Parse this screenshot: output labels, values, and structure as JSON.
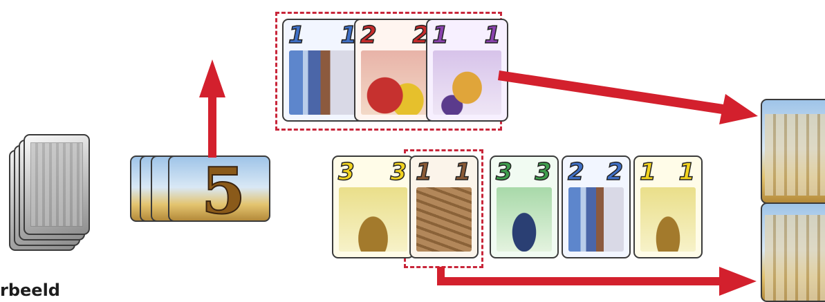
{
  "market_top": [
    {
      "value": "1",
      "color": "#3f70c6",
      "good": "cloth"
    },
    {
      "value": "2",
      "color": "#c62b2b",
      "good": "spice"
    },
    {
      "value": "1",
      "color": "#8a42ae",
      "good": "pottery"
    }
  ],
  "market_bottom": [
    {
      "value": "3",
      "color": "#f1d320",
      "good": "grain"
    },
    {
      "value": "1",
      "color": "#8a5a36",
      "good": "wood"
    },
    {
      "value": "3",
      "color": "#3e9d4d",
      "good": "olives"
    },
    {
      "value": "2",
      "color": "#3f70c6",
      "good": "cloth"
    },
    {
      "value": "1",
      "color": "#f1d320",
      "good": "grain"
    }
  ],
  "special_card_number": "5",
  "footer_text": "rbeeld",
  "colors": {
    "highlight": "#c8263a",
    "arrow": "#d3202d"
  }
}
